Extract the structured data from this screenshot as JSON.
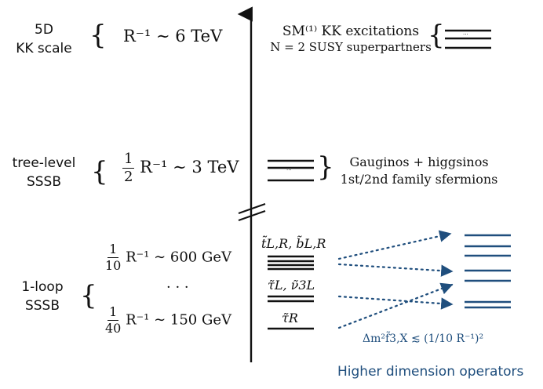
{
  "colors": {
    "accent": "#1f4e7d",
    "text": "#111111"
  },
  "kk": {
    "label_line1": "5D",
    "label_line2": "KK scale",
    "scale_expr": "R⁻¹ ∼ 6 TeV",
    "states_line1": "SM⁽¹⁾ KK excitations",
    "states_line2": "N = 2 SUSY superpartners",
    "dots": "..."
  },
  "tree": {
    "label_line1": "tree-level",
    "label_line2": "SSSB",
    "frac_num": "1",
    "frac_den": "2",
    "scale_tail": "R⁻¹ ∼ 3 TeV",
    "states_line1": "Gauginos + higgsinos",
    "states_line2": "1st/2nd family sfermions",
    "dots": "..."
  },
  "loop": {
    "label_line1": "1-loop",
    "label_line2": "SSSB",
    "upper_num": "1",
    "upper_den": "10",
    "upper_tail": "R⁻¹ ∼ 600 GeV",
    "middle_dots": "· · ·",
    "lower_num": "1",
    "lower_den": "40",
    "lower_tail": "R⁻¹ ∼ 150 GeV",
    "state_top": "t̃L,R, b̃L,R",
    "state_mid": "τ̃L, ν̃3L",
    "state_bottom": "τ̃R",
    "mass_formula": "Δm²f̃3,X ≲ (1/10 R⁻¹)²",
    "operators_caption": "Higher dimension operators"
  }
}
